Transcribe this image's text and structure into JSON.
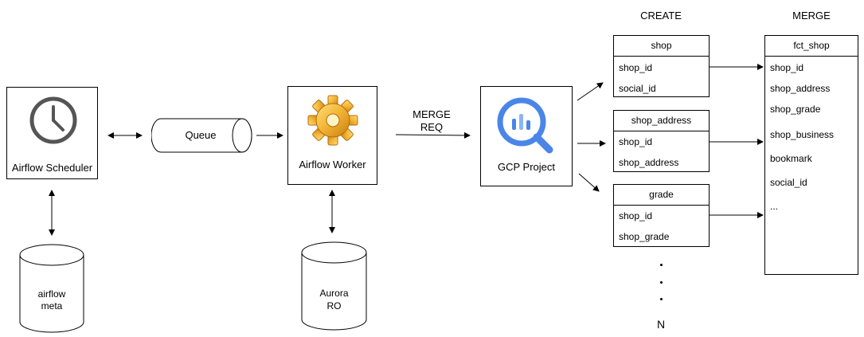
{
  "headers": {
    "create": "CREATE",
    "merge": "MERGE"
  },
  "nodes": {
    "scheduler": "Airflow Scheduler",
    "queue": "Queue",
    "worker": "Airflow Worker",
    "gcp": "GCP Project",
    "airflow_meta_line1": "airflow",
    "airflow_meta_line2": "meta",
    "aurora_line1": "Aurora",
    "aurora_line2": "RO"
  },
  "edge_labels": {
    "merge_req_line1": "MERGE",
    "merge_req_line2": "REQ"
  },
  "tables": {
    "shop": {
      "name": "shop",
      "fields": [
        "shop_id",
        "social_id"
      ]
    },
    "shop_address": {
      "name": "shop_address",
      "fields": [
        "shop_id",
        "shop_address"
      ]
    },
    "grade": {
      "name": "grade",
      "fields": [
        "shop_id",
        "shop_grade"
      ]
    },
    "fct_shop": {
      "name": "fct_shop",
      "fields": [
        "shop_id",
        "shop_address",
        "shop_grade",
        "shop_business",
        "bookmark",
        "social_id",
        "..."
      ]
    }
  },
  "ellipsis_label": "N",
  "icons": {
    "scheduler": "clock-icon",
    "worker": "gear-icon",
    "gcp": "bigquery-icon"
  }
}
